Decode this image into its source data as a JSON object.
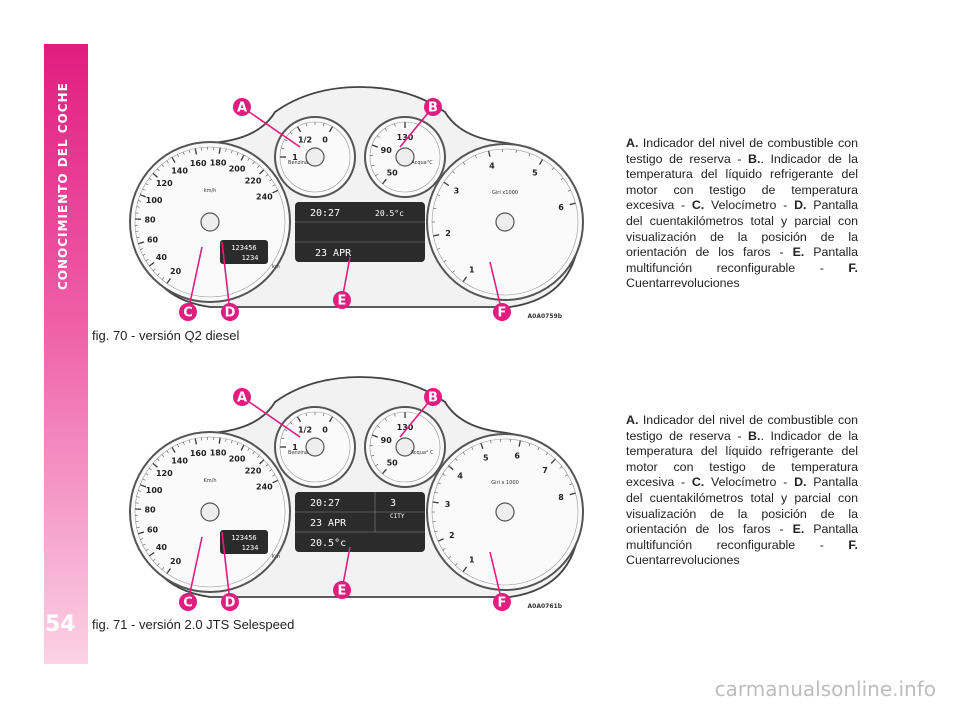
{
  "sidebar": {
    "section_title": "CONOCIMIENTO DEL COCHE",
    "page_number": "54",
    "accent_color": "#e11d7f"
  },
  "figures": [
    {
      "code": "A0A0759b",
      "caption": "fig. 70 - versión Q2 diesel",
      "callouts": [
        "A",
        "B",
        "C",
        "D",
        "E",
        "F"
      ],
      "speedo_ticks": [
        "20",
        "40",
        "60",
        "80",
        "100",
        "120",
        "140",
        "160",
        "180",
        "200",
        "220",
        "240"
      ],
      "speedo_unit": "km/h",
      "fuel_labels": [
        "Benzina",
        "1",
        "1/2",
        "0"
      ],
      "temp_labels": [
        "130",
        "90",
        "50",
        "Acqua°C"
      ],
      "tacho_ticks": [
        "1",
        "2",
        "3",
        "4",
        "5",
        "6"
      ],
      "tacho_unit": "Giri x1000",
      "odometer": "123456",
      "trip": "1234",
      "odo_unit": "km",
      "display": {
        "time": "20:27",
        "temp": "20.5°c",
        "date": "23 APR"
      }
    },
    {
      "code": "A0A0761b",
      "caption": "fig. 71 - versión 2.0 JTS Selespeed",
      "callouts": [
        "A",
        "B",
        "C",
        "D",
        "E",
        "F"
      ],
      "speedo_ticks": [
        "20",
        "40",
        "60",
        "80",
        "100",
        "120",
        "140",
        "160",
        "180",
        "200",
        "220",
        "240"
      ],
      "speedo_unit": "Km/h",
      "fuel_labels": [
        "Benzina",
        "1",
        "1/2",
        "0"
      ],
      "temp_labels": [
        "130",
        "90",
        "50",
        "Acqua° C"
      ],
      "tacho_ticks": [
        "1",
        "2",
        "3",
        "4",
        "5",
        "6",
        "7",
        "8"
      ],
      "tacho_unit": "Giri x 1000",
      "odometer": "123456",
      "trip": "1234",
      "odo_unit": "Km",
      "display": {
        "time": "20:27",
        "date": "23 APR",
        "temp": "20.5°c",
        "gear": "3",
        "mode": "CITY"
      }
    }
  ],
  "descriptions": [
    [
      {
        "key": "A.",
        "text": " Indicador del nivel de combustible con testigo de reserva - "
      },
      {
        "key": "B.",
        "text": ". Indicador de la temperatura del líquido refrigerante del motor con testigo de temperatura excesiva - "
      },
      {
        "key": "C.",
        "text": " Velocímetro - "
      },
      {
        "key": "D.",
        "text": " Pantalla del cuentakilómetros total y parcial con visualización de la posición de la orientación de los faros - "
      },
      {
        "key": "E.",
        "text": " Pantalla multifunción reconfigurable - "
      },
      {
        "key": "F.",
        "text": " Cuentarrevoluciones"
      }
    ],
    [
      {
        "key": "A.",
        "text": " Indicador del nivel de combustible con testigo de reserva - "
      },
      {
        "key": "B.",
        "text": ". Indicador de la temperatura del líquido refrigerante del motor con testigo de temperatura excesiva - "
      },
      {
        "key": "C.",
        "text": " Velocímetro - "
      },
      {
        "key": "D.",
        "text": " Pantalla del cuentakilómetros total y parcial con visualización de la posición de la orientación de los faros - "
      },
      {
        "key": "E.",
        "text": " Pantalla multifunción reconfigurable - "
      },
      {
        "key": "F.",
        "text": " Cuentarrevoluciones"
      }
    ]
  ],
  "watermark": "carmanualsonline.info",
  "colors": {
    "callout": "#e11d7f",
    "lcd": "#2b2b2b",
    "panel": "#f2f2f2"
  }
}
